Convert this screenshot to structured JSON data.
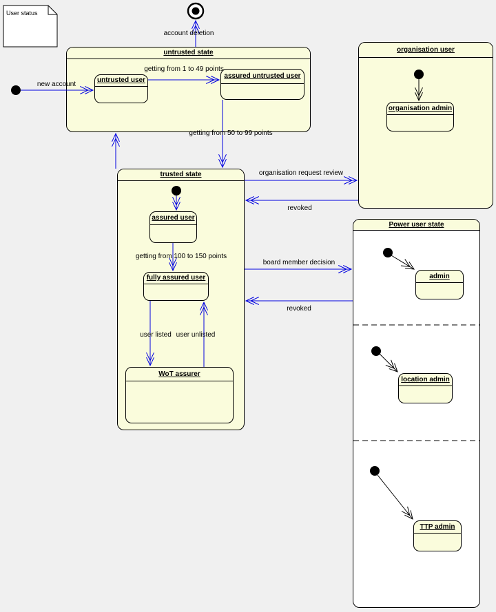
{
  "note": {
    "text": "User status"
  },
  "labels": {
    "new_account": "new account",
    "account_deletion": "account deletion",
    "getting_1_49": "getting from 1 to 49 points",
    "getting_50_99": "getting from 50 to 99 points",
    "getting_100_150": "getting from 100 to 150 points",
    "user_listed": "user listed",
    "user_unlisted": "user unlisted",
    "org_request_review": "organisation request review",
    "revoked_top": "revoked",
    "board_member_decision": "board member decision",
    "revoked_bottom": "revoked"
  },
  "states": {
    "untrusted": {
      "title": "untrusted state"
    },
    "untrusted_user": {
      "name": "untrusted user"
    },
    "assured_untrusted_user": {
      "name": "assured untrusted user"
    },
    "trusted": {
      "title": "trusted state"
    },
    "assured_user": {
      "name": "assured user"
    },
    "fully_assured_user": {
      "name": "fully assured user"
    },
    "wot_assurer": {
      "name": "WoT assurer"
    },
    "organisation_user": {
      "title": "organisation user"
    },
    "organisation_admin": {
      "name": "organisation admin"
    },
    "power_user": {
      "title": "Power user state"
    },
    "admin": {
      "name": "admin"
    },
    "location_admin": {
      "name": "location admin"
    },
    "ttp_admin": {
      "name": "TTP admin"
    }
  },
  "colors": {
    "background": "#f0f0f0",
    "state_fill": "#fafcdc",
    "region_fill": "#ffffff",
    "border": "#000000",
    "transition_blue": "#0000e0",
    "transition_black": "#000000"
  }
}
